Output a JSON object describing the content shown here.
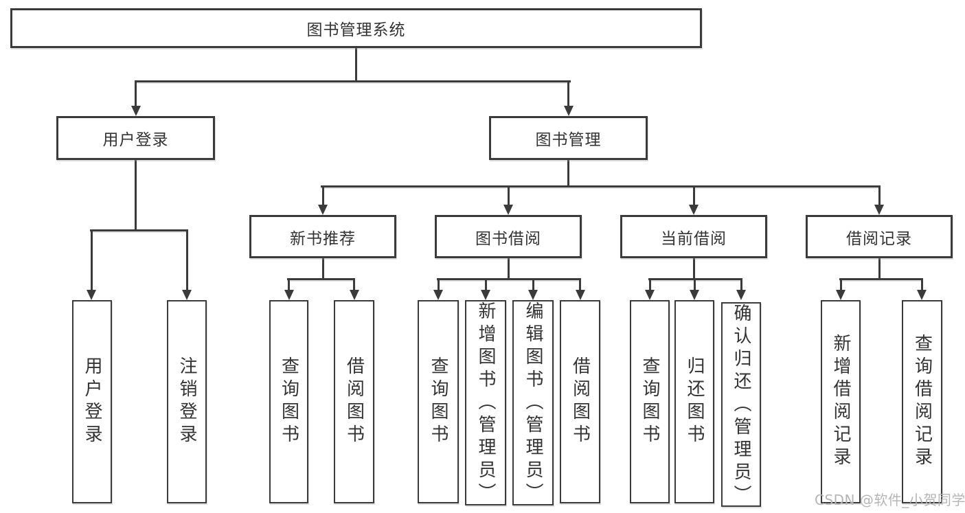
{
  "tree": {
    "root": "图书管理系统",
    "branches": [
      {
        "label": "用户登录",
        "children": [
          "用户登录",
          "注销登录"
        ]
      },
      {
        "label": "图书管理",
        "children": [
          {
            "label": "新书推荐",
            "children": [
              "查询图书",
              "借阅图书"
            ]
          },
          {
            "label": "图书借阅",
            "children": [
              "查询图书",
              "新增图书（管理员）",
              "编辑图书（管理员）",
              "借阅图书"
            ]
          },
          {
            "label": "当前借阅",
            "children": [
              "查询图书",
              "归还图书",
              "确认归还（管理员）"
            ]
          },
          {
            "label": "借阅记录",
            "children": [
              "新增借阅记录",
              "查询借阅记录"
            ]
          }
        ]
      }
    ]
  },
  "watermark": {
    "text": "CSDN @软件_小贺同学"
  },
  "colors": {
    "line": "#3b3b3b",
    "text": "#333333",
    "watermark": "#b5b5b5",
    "background": "#ffffff"
  }
}
